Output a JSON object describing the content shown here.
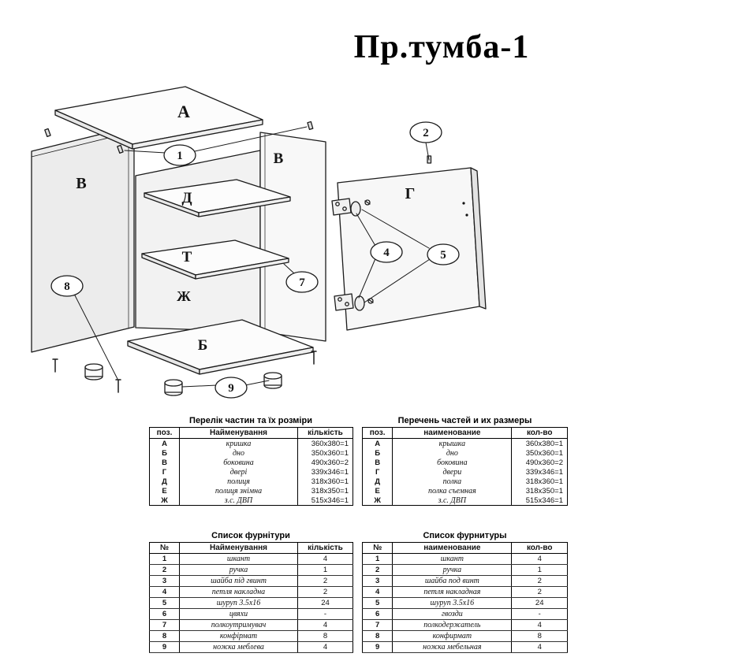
{
  "title": "Пр.тумба-1",
  "diagram": {
    "labels": {
      "top_panel": "А",
      "side_left": "В",
      "side_right": "В",
      "shelf_d": "Д",
      "shelf_t": "Т",
      "back": "Ж",
      "bottom": "Б",
      "door": "Г"
    },
    "callouts": {
      "n1": "1",
      "n2": "2",
      "n4": "4",
      "n5": "5",
      "n7": "7",
      "n8": "8",
      "n9": "9"
    }
  },
  "tables": {
    "parts_ua": {
      "title": "Перелік частин та їх розміри",
      "headers": [
        "поз.",
        "Найменування",
        "кількість"
      ],
      "rows": [
        [
          "А",
          "кришка",
          "360x380=1"
        ],
        [
          "Б",
          "дно",
          "350x360=1"
        ],
        [
          "В",
          "боковина",
          "490x360=2"
        ],
        [
          "Г",
          "двері",
          "339x346=1"
        ],
        [
          "Д",
          "полиця",
          "318x360=1"
        ],
        [
          "Е",
          "полиця знімна",
          "318x350=1"
        ],
        [
          "Ж",
          "з.с. ДВП",
          "515x346=1"
        ]
      ]
    },
    "parts_ru": {
      "title": "Перечень частей и их размеры",
      "headers": [
        "поз.",
        "наименование",
        "кол-во"
      ],
      "rows": [
        [
          "А",
          "крышка",
          "360x380=1"
        ],
        [
          "Б",
          "дно",
          "350x360=1"
        ],
        [
          "В",
          "боковина",
          "490x360=2"
        ],
        [
          "Г",
          "двери",
          "339x346=1"
        ],
        [
          "Д",
          "полка",
          "318x360=1"
        ],
        [
          "Е",
          "полка съемная",
          "318x350=1"
        ],
        [
          "Ж",
          "з.с. ДВП",
          "515x346=1"
        ]
      ]
    },
    "hardware_ua": {
      "title": "Список фурнітури",
      "headers": [
        "№",
        "Найменування",
        "кількість"
      ],
      "rows": [
        [
          "1",
          "шкант",
          "4"
        ],
        [
          "2",
          "ручка",
          "1"
        ],
        [
          "3",
          "шайба під гвинт",
          "2"
        ],
        [
          "4",
          "петля накладна",
          "2"
        ],
        [
          "5",
          "шуруп 3.5x16",
          "24"
        ],
        [
          "6",
          "цвяхи",
          "-"
        ],
        [
          "7",
          "полкоутримувач",
          "4"
        ],
        [
          "8",
          "конфірмат",
          "8"
        ],
        [
          "9",
          "ножка меблева",
          "4"
        ]
      ]
    },
    "hardware_ru": {
      "title": "Список фурнитуры",
      "headers": [
        "№",
        "наименование",
        "кол-во"
      ],
      "rows": [
        [
          "1",
          "шкант",
          "4"
        ],
        [
          "2",
          "ручка",
          "1"
        ],
        [
          "3",
          "шайба под винт",
          "2"
        ],
        [
          "4",
          "петля накладная",
          "2"
        ],
        [
          "5",
          "шуруп 3.5x16",
          "24"
        ],
        [
          "6",
          "гвозди",
          "-"
        ],
        [
          "7",
          "полкодержатель",
          "4"
        ],
        [
          "8",
          "конфирмат",
          "8"
        ],
        [
          "9",
          "ножка мебельная",
          "4"
        ]
      ]
    }
  }
}
